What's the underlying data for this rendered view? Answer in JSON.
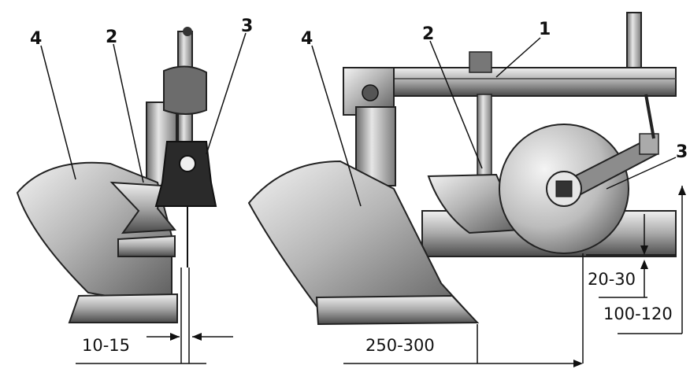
{
  "callouts": {
    "left_4": "4",
    "left_2": "2",
    "left_3": "3",
    "right_4": "4",
    "right_2": "2",
    "right_1": "1",
    "right_3": "3"
  },
  "dimensions": {
    "d_10_15": "10-15",
    "d_250_300": "250-300",
    "d_20_30": "20-30",
    "d_100_120": "100-120"
  }
}
